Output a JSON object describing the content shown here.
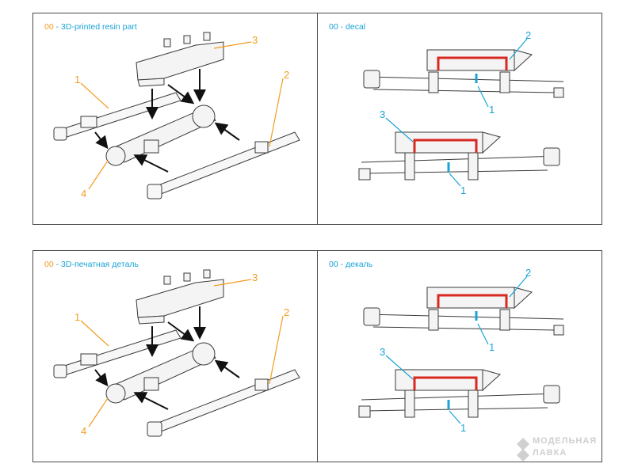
{
  "panels": {
    "top_left": {
      "code": "00",
      "title": "3D-printed resin part",
      "callouts": [
        "1",
        "2",
        "3",
        "4"
      ]
    },
    "top_right": {
      "code": "00",
      "title": "decal",
      "callouts": [
        "1",
        "2",
        "1",
        "3"
      ]
    },
    "bottom_left": {
      "code": "00",
      "title": "3D-печатная деталь",
      "callouts": [
        "1",
        "2",
        "3",
        "4"
      ]
    },
    "bottom_right": {
      "code": "00",
      "title": "декаль",
      "callouts": [
        "1",
        "2",
        "1",
        "3"
      ]
    }
  },
  "watermark": {
    "line1": "МОДЕЛЬНАЯ",
    "line2": "ЛАВКА"
  },
  "colors": {
    "resin_accent": "#f39c1f",
    "decal_accent": "#1aa3d6",
    "decal_red": "#d8281f",
    "line": "#3a3a3a"
  }
}
